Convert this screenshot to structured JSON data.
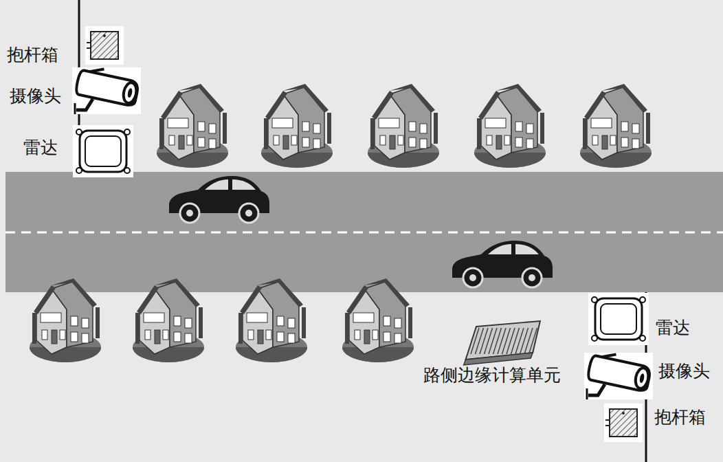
{
  "diagram": {
    "labels": [
      "抱杆箱",
      "摄像头",
      "雷达",
      "雷达",
      "摄像头",
      "路侧边缘计算单元",
      "抱杆箱"
    ]
  }
}
